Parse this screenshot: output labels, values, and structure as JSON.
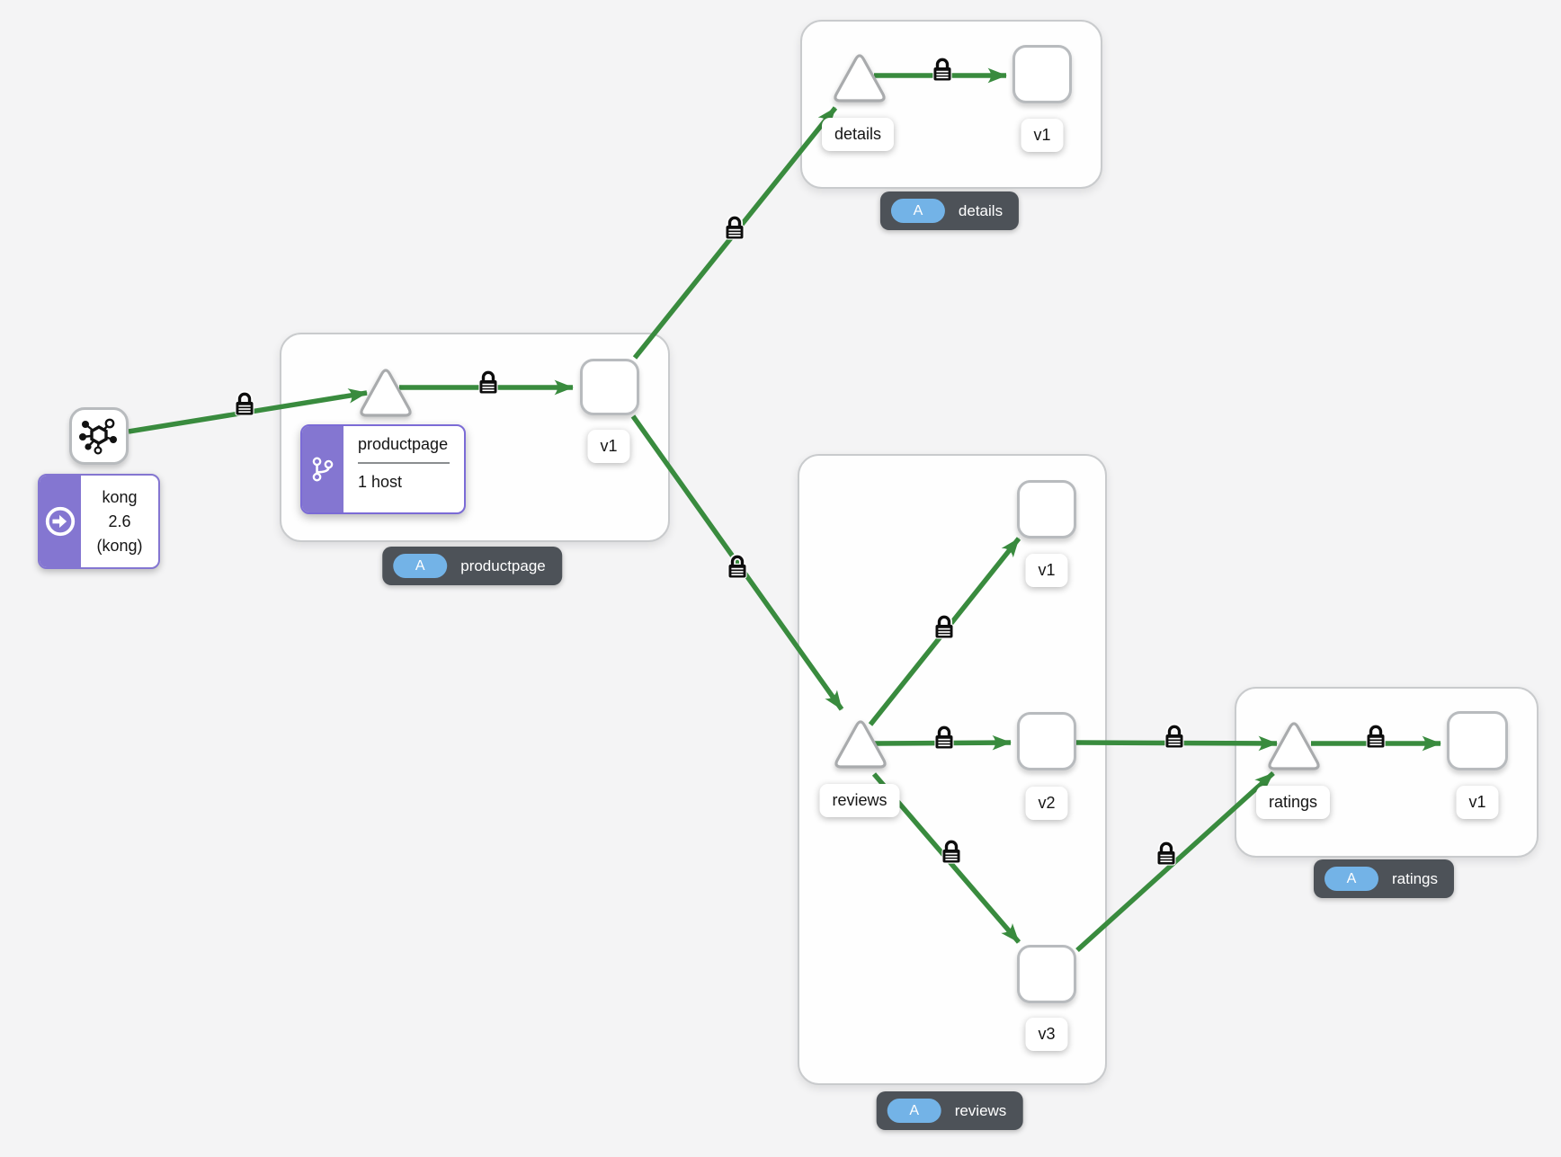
{
  "diagram": {
    "type": "service-mesh-traffic-graph",
    "colors": {
      "background": "#f4f4f5",
      "edge_green": "#398b3e",
      "accent_purple": "#8476d1",
      "badge_bg": "#4d5258",
      "badge_pill_blue": "#73b3e7",
      "node_border": "#b8bbbe",
      "group_border": "#c9cbcd"
    },
    "gateway": {
      "node_icon": "mesh-icon",
      "card_icon": "arrow-circle-right-icon",
      "label_lines": [
        "kong",
        "2.6",
        "(kong)"
      ]
    },
    "groups": [
      {
        "name": "productpage",
        "badge": {
          "pill": "A",
          "label": "productpage"
        },
        "virtual_service": {
          "icon": "code-branch-icon",
          "title": "productpage",
          "subtitle": "1 host"
        },
        "workloads": [
          {
            "label": "v1"
          }
        ]
      },
      {
        "name": "details",
        "badge": {
          "pill": "A",
          "label": "details"
        },
        "service_label": "details",
        "workloads": [
          {
            "label": "v1"
          }
        ]
      },
      {
        "name": "reviews",
        "badge": {
          "pill": "A",
          "label": "reviews"
        },
        "service_label": "reviews",
        "workloads": [
          {
            "label": "v1"
          },
          {
            "label": "v2"
          },
          {
            "label": "v3"
          }
        ]
      },
      {
        "name": "ratings",
        "badge": {
          "pill": "A",
          "label": "ratings"
        },
        "service_label": "ratings",
        "workloads": [
          {
            "label": "v1"
          }
        ]
      }
    ],
    "edges": [
      {
        "from": "kong",
        "to": "productpage",
        "mtls": true
      },
      {
        "from": "productpage",
        "to": "productpage-v1",
        "mtls": true
      },
      {
        "from": "productpage-v1",
        "to": "details",
        "mtls": true
      },
      {
        "from": "details",
        "to": "details-v1",
        "mtls": true
      },
      {
        "from": "productpage-v1",
        "to": "reviews",
        "mtls": true
      },
      {
        "from": "reviews",
        "to": "reviews-v1",
        "mtls": true
      },
      {
        "from": "reviews",
        "to": "reviews-v2",
        "mtls": true
      },
      {
        "from": "reviews",
        "to": "reviews-v3",
        "mtls": true
      },
      {
        "from": "reviews-v2",
        "to": "ratings",
        "mtls": true
      },
      {
        "from": "reviews-v3",
        "to": "ratings",
        "mtls": true
      },
      {
        "from": "ratings",
        "to": "ratings-v1",
        "mtls": true
      }
    ]
  }
}
